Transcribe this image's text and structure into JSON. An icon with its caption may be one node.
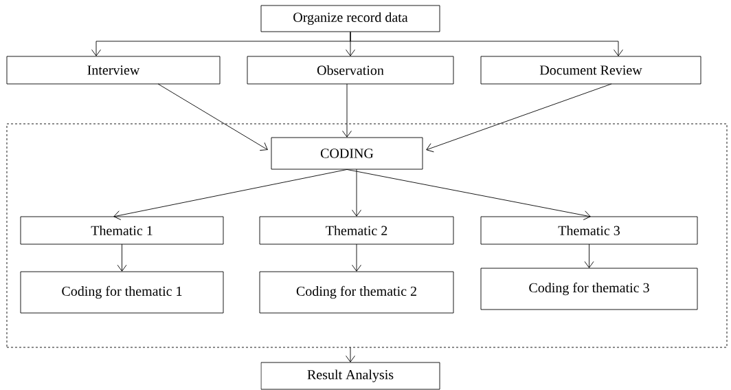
{
  "diagram": {
    "nodes": [
      {
        "text": [
          "Organize record data"
        ]
      },
      {
        "text": [
          "Interview"
        ]
      },
      {
        "text": [
          "Observation"
        ]
      },
      {
        "text": [
          "Document Review"
        ]
      },
      {
        "text": [],
        "shape": "box"
      },
      {
        "text": [
          "CODING"
        ],
        "in": 4
      },
      {
        "text": [
          "Thematic 1"
        ],
        "in": 4
      },
      {
        "text": [
          "Thematic 2"
        ],
        "in": 4
      },
      {
        "text": [
          "Thematic 3"
        ],
        "in": 4
      },
      {
        "text": [
          "Coding for thematic 1"
        ],
        "in": 4
      },
      {
        "text": [
          "Coding for thematic 2"
        ],
        "in": 4
      },
      {
        "text": [
          "Coding for thematic 3"
        ],
        "in": 4
      },
      {
        "text": [
          "Result Analysis"
        ]
      }
    ],
    "edges": [
      {
        "from": 0,
        "to": 1,
        "arrow": "to"
      },
      {
        "from": 0,
        "to": 2,
        "arrow": "to"
      },
      {
        "from": 0,
        "to": 3,
        "arrow": "to"
      },
      {
        "from": 1,
        "to": 5,
        "arrow": "to"
      },
      {
        "from": 2,
        "to": 5,
        "arrow": "to"
      },
      {
        "from": 3,
        "to": 5,
        "arrow": "to"
      },
      {
        "from": 5,
        "to": 6,
        "arrow": "to"
      },
      {
        "from": 5,
        "to": 7,
        "arrow": "to"
      },
      {
        "from": 5,
        "to": 8,
        "arrow": "to"
      },
      {
        "from": 6,
        "to": 9,
        "arrow": "to"
      },
      {
        "from": 7,
        "to": 10,
        "arrow": "to"
      },
      {
        "from": 8,
        "to": 11,
        "arrow": "to"
      },
      {
        "from": 4,
        "to": 12,
        "arrow": "to"
      }
    ]
  }
}
